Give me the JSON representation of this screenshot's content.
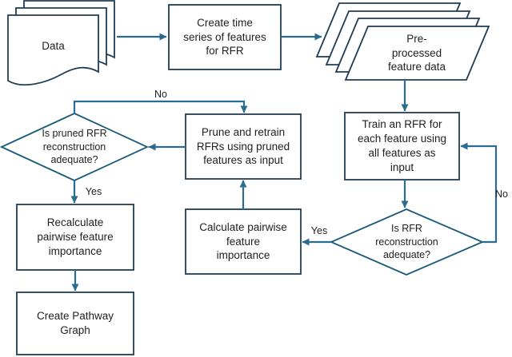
{
  "colors": {
    "background": "#ffffff",
    "connector": "#2a6b8f",
    "shape-border": "#203c55",
    "diamond-border": "#1a5a7a",
    "text": "#1f1f1f"
  },
  "diagram": {
    "type": "flowchart",
    "nodes": {
      "data": {
        "shape": "document-stack",
        "label": "Data"
      },
      "create_time_series": {
        "shape": "process",
        "label": "Create time\nseries of features\nfor RFR"
      },
      "preprocessed_feature_data": {
        "shape": "multi-data-parallelogram-stack",
        "label": "Pre-\nprocessed\nfeature data"
      },
      "train_rfr": {
        "shape": "process",
        "label": "Train an RFR for\neach feature using\nall features as\ninput"
      },
      "rfr_adequate": {
        "shape": "decision",
        "label": "Is RFR\nreconstruction\nadequate?"
      },
      "calculate_pairwise": {
        "shape": "process",
        "label": "Calculate pairwise\nfeature\nimportance"
      },
      "prune_retrain": {
        "shape": "process",
        "label": "Prune and retrain\nRFRs using pruned\nfeatures as input"
      },
      "pruned_adequate": {
        "shape": "decision",
        "label": "Is pruned RFR\nreconstruction\nadequate?"
      },
      "recalculate": {
        "shape": "process",
        "label": "Recalculate\npairwise feature\nimportance"
      },
      "create_pathway": {
        "shape": "process",
        "label": "Create Pathway\nGraph"
      }
    },
    "edge_labels": {
      "pruned_no": "No",
      "pruned_yes": "Yes",
      "rfr_yes": "Yes",
      "rfr_no": "No"
    }
  }
}
